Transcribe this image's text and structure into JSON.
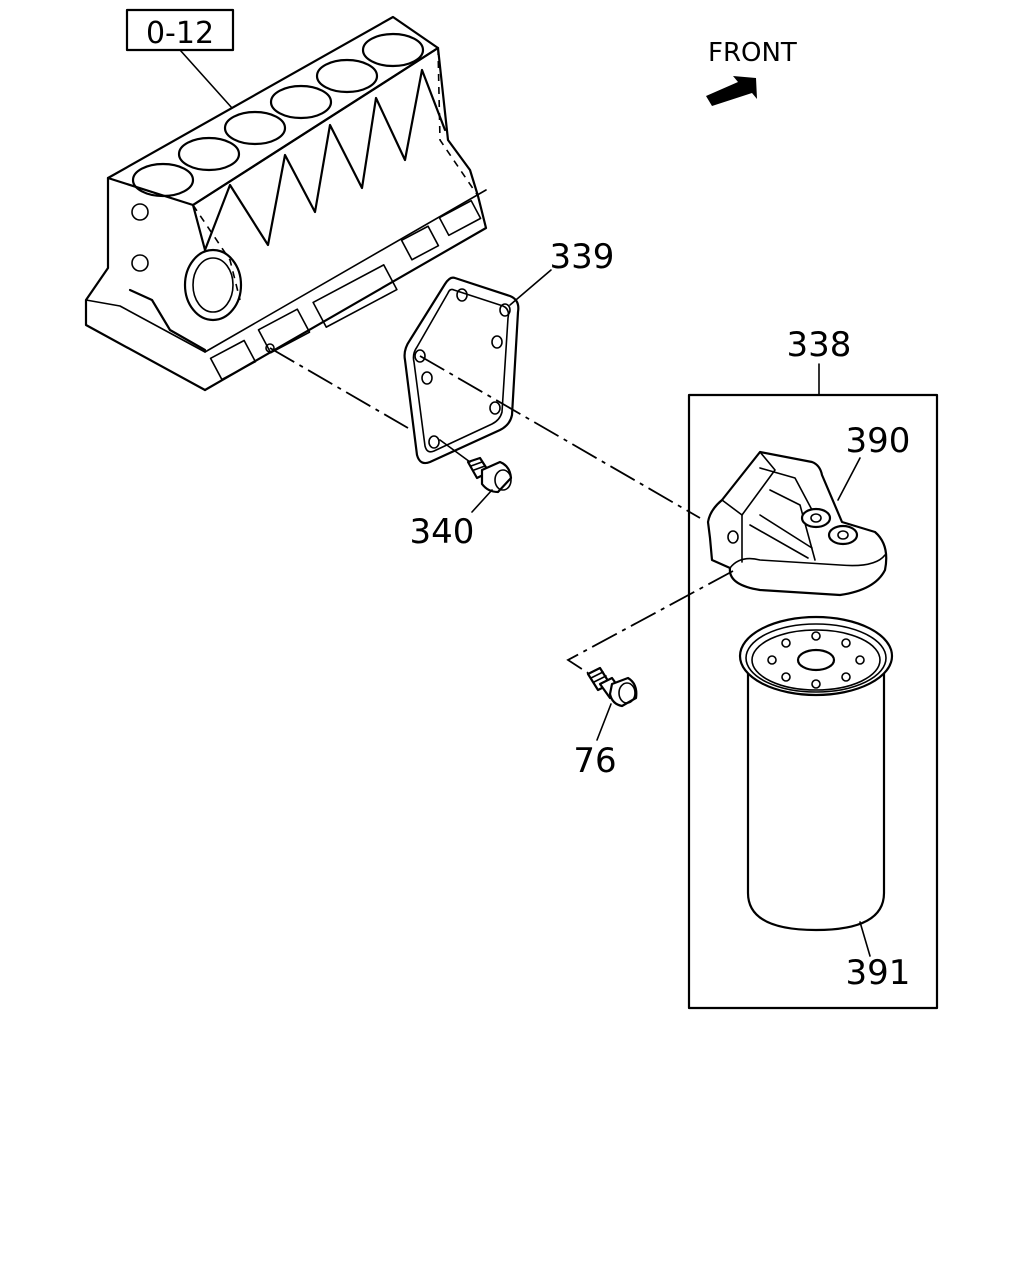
{
  "reference_box": {
    "label": "0-12"
  },
  "direction": {
    "label": "FRONT"
  },
  "callouts": {
    "p338": "338",
    "p339": "339",
    "p340": "340",
    "p390": "390",
    "p391": "391",
    "p76": "76"
  },
  "colors": {
    "ink": "#000000",
    "paper": "#ffffff"
  }
}
